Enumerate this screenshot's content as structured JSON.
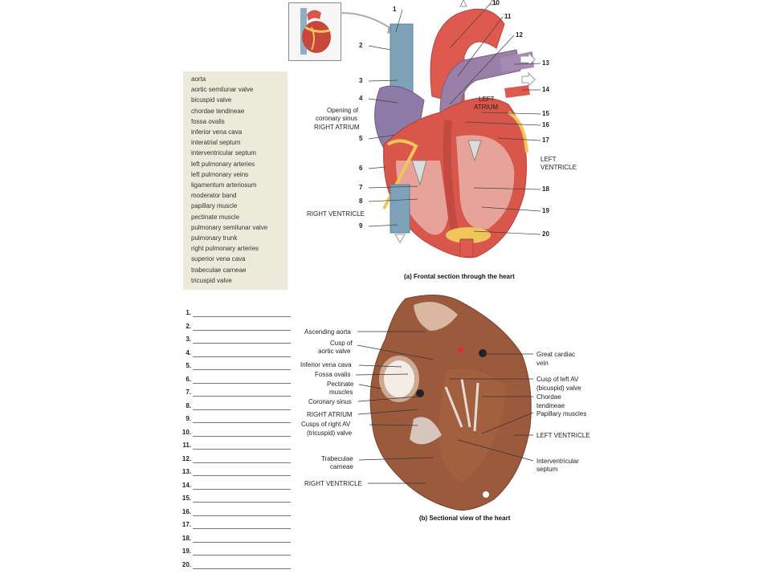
{
  "word_bank": [
    "aorta",
    "aortic semilunar valve",
    "bicuspid valve",
    "chordae tendineae",
    "fossa ovalis",
    "inferior vena cava",
    "interatrial septum",
    "interventricular septum",
    "left pulmonary arteries",
    "left pulmonary veins",
    "ligamentum arteriosum",
    "moderator band",
    "papillary muscle",
    "pectinate muscle",
    "pulmonary semilunar valve",
    "pulmonary trunk",
    "right pulmonary arteries",
    "superior vena cava",
    "trabeculae carneae",
    "tricuspid valve"
  ],
  "blanks": [
    "1.",
    "2.",
    "3.",
    "4.",
    "5.",
    "6.",
    "7.",
    "8.",
    "9.",
    "10.",
    "11.",
    "12.",
    "13.",
    "14.",
    "15.",
    "16.",
    "17.",
    "18.",
    "19.",
    "20."
  ],
  "figure_a": {
    "caption": "(a) Frontal section through the heart",
    "numbers": [
      "1",
      "2",
      "3",
      "4",
      "5",
      "6",
      "7",
      "8",
      "9",
      "10",
      "11",
      "12",
      "13",
      "14",
      "15",
      "16",
      "17",
      "18",
      "19",
      "20"
    ],
    "opening_label": "Opening of",
    "opening_label2": "coronary sinus",
    "right_atrium": "RIGHT ATRIUM",
    "left_atrium_1": "LEFT",
    "left_atrium_2": "ATRIUM",
    "left_ventricle_1": "LEFT",
    "left_ventricle_2": "VENTRICLE",
    "right_ventricle": "RIGHT VENTRICLE"
  },
  "figure_b": {
    "caption": "(b) Sectional view of the heart",
    "left_labels": [
      "Ascending aorta",
      "Cusp of",
      "aortic valve",
      "Inferior vena cava",
      "Fossa ovalis",
      "Pectinate",
      "muscles",
      "Coronary sinus",
      "RIGHT ATRIUM",
      "Cusps of right AV",
      "(tricuspid) valve",
      "Trabeculae",
      "carneae",
      "RIGHT VENTRICLE"
    ],
    "right_labels": [
      "Great cardiac",
      "vein",
      "Cusp of left AV",
      "(bicuspid) valve",
      "Chordae",
      "tendineae",
      "Papillary muscles",
      "LEFT VENTRICLE",
      "Interventricular",
      "septum"
    ]
  },
  "colors": {
    "word_bank_bg": "#ecebd9",
    "heart_red": "#d9564b",
    "vein_blue": "#7ea3b8",
    "fat_yellow": "#f0c65a",
    "photo_brown": "#9c5a3c"
  }
}
